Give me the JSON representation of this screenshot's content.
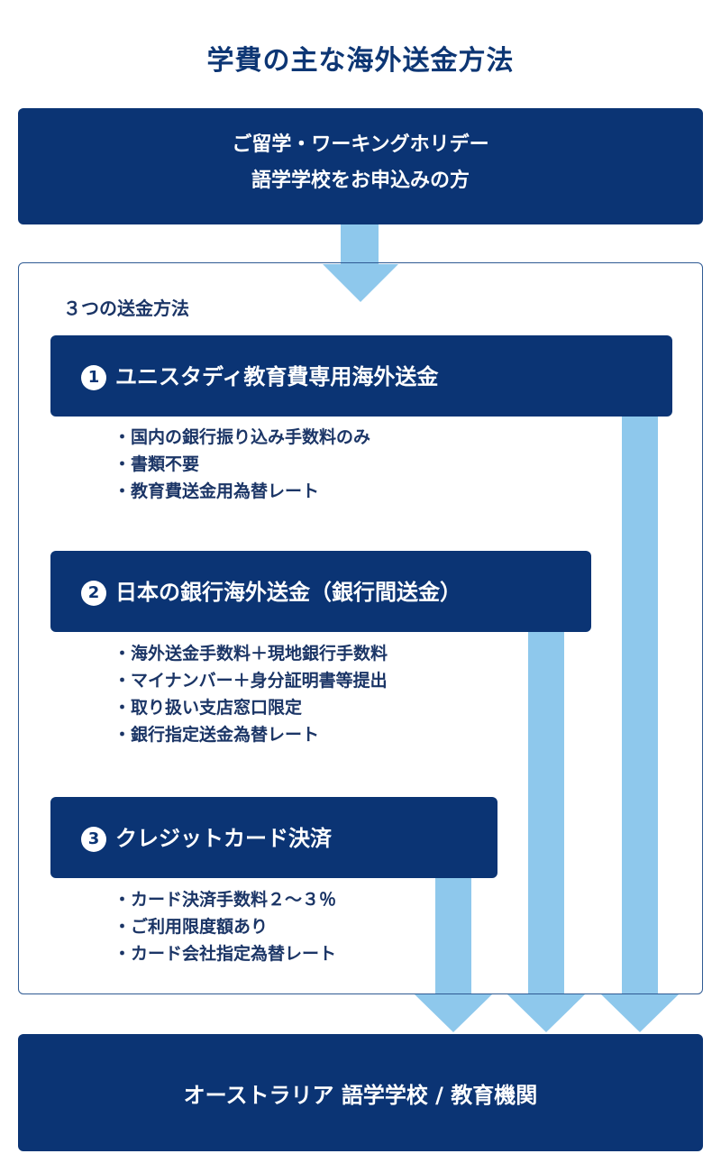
{
  "title": "学費の主な海外送金方法",
  "top_box": {
    "line1": "ご留学・ワーキングホリデー",
    "line2": "語学学校をお申込みの方"
  },
  "panel_label": "３つの送金方法",
  "methods": [
    {
      "number": "1",
      "title": "ユニスタディ教育費専用海外送金",
      "bullets": [
        "国内の銀行振り込み手数料のみ",
        "書類不要",
        "教育費送金用為替レート"
      ]
    },
    {
      "number": "2",
      "title": "日本の銀行海外送金（銀行間送金）",
      "bullets": [
        "海外送金手数料＋現地銀行手数料",
        "マイナンバー＋身分証明書等提出",
        "取り扱い支店窓口限定",
        "銀行指定送金為替レート"
      ]
    },
    {
      "number": "3",
      "title": "クレジットカード決済",
      "bullets": [
        "カード決済手数料２〜３％",
        "ご利用限度額あり",
        "カード会社指定為替レート"
      ]
    }
  ],
  "bottom_box": {
    "text": "オーストラリア 語学学校 / 教育機関"
  },
  "colors": {
    "navy": "#0b3474",
    "arrow": "#8ec8ec",
    "text": "#1b3566"
  }
}
